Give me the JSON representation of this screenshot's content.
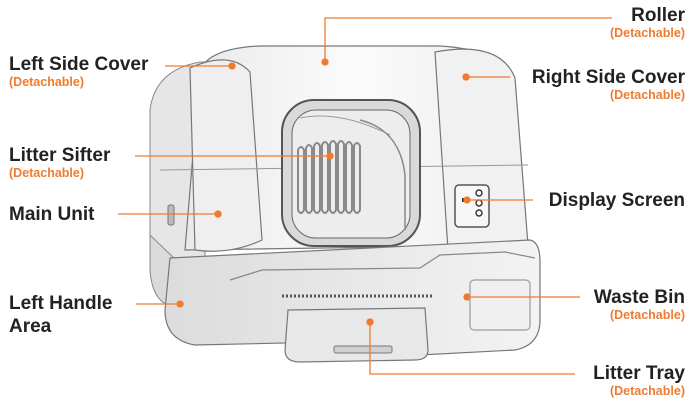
{
  "accent_color": "#ee7b30",
  "labels": {
    "roller": {
      "name": "Roller",
      "sub": "(Detachable)"
    },
    "left_side_cover": {
      "name": "Left Side Cover",
      "sub": "(Detachable)"
    },
    "right_side_cover": {
      "name": "Right Side Cover",
      "sub": "(Detachable)"
    },
    "litter_sifter": {
      "name": "Litter Sifter",
      "sub": "(Detachable)"
    },
    "main_unit": {
      "name": "Main Unit"
    },
    "display_screen": {
      "name": "Display Screen"
    },
    "left_handle_area": {
      "line1": "Left Handle",
      "line2": "Area"
    },
    "waste_bin": {
      "name": "Waste Bin",
      "sub": "(Detachable)"
    },
    "litter_tray": {
      "name": "Litter Tray",
      "sub": "(Detachable)"
    }
  }
}
